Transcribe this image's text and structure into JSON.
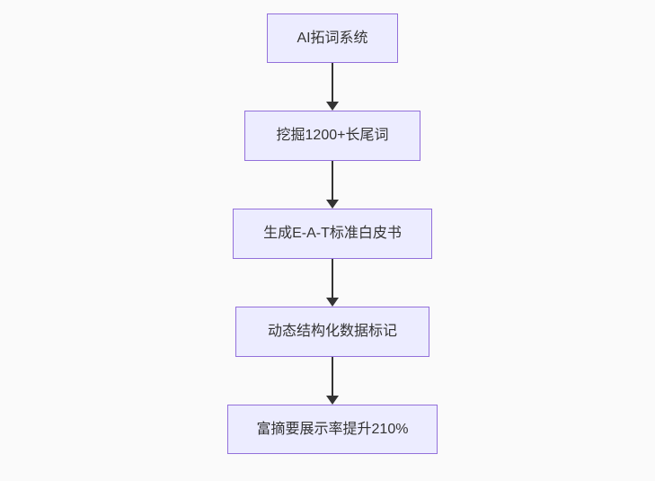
{
  "theme": {
    "background": "#fafafa",
    "node_fill": "#ECECFF",
    "node_border": "#9370DB",
    "arrow_color": "#333333",
    "text_color": "#333333"
  },
  "chart_data": {
    "type": "flowchart",
    "direction": "top-down",
    "nodes": [
      {
        "label": "AI拓词系统"
      },
      {
        "label": "挖掘1200+长尾词"
      },
      {
        "label": "生成E-A-T标准白皮书"
      },
      {
        "label": "动态结构化数据标记"
      },
      {
        "label": "富摘要展示率提升210%"
      }
    ],
    "edges": [
      {
        "from": 0,
        "to": 1
      },
      {
        "from": 1,
        "to": 2
      },
      {
        "from": 2,
        "to": 3
      },
      {
        "from": 3,
        "to": 4
      }
    ]
  }
}
